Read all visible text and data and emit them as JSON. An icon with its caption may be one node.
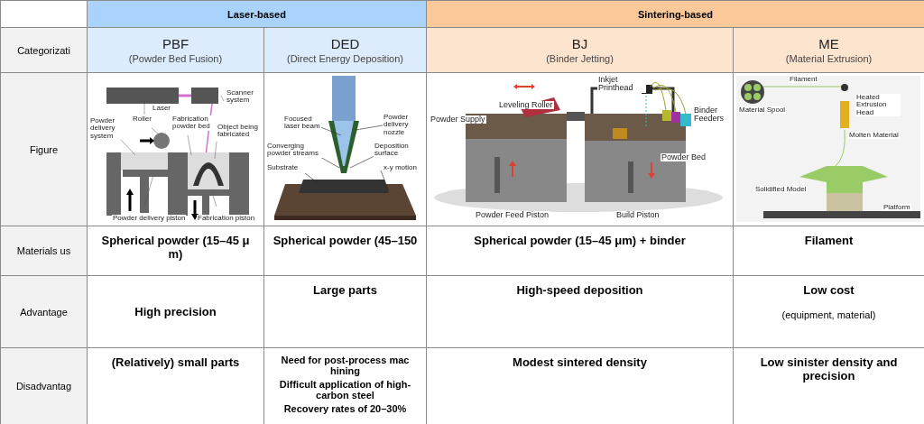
{
  "diagram": {
    "labels": [
      "Laser-based",
      "Sintering-based",
      "Categorizati",
      "PBF",
      "(Powder Bed Fusion)",
      "DED",
      "(Direct Energy Deposition)",
      "BJ",
      "(Binder Jetting)",
      "ME",
      "(Material Extrusion)",
      "Figure",
      "Scanner system",
      "Laser",
      "Roller",
      "Powder delivery system",
      "Fabrication powder bed",
      "Object being fabricated",
      "Powder delivery piston",
      "Fabrication piston",
      "Focused laser beam",
      "Powder delivery nozzle",
      "Converging powder streams",
      "Deposition surface",
      "Substrate",
      "x-y motion",
      "Inkjet Printhead",
      "Leveling Roller",
      "Powder Supply",
      "Binder Feeders",
      "Powder Bed",
      "Powder Feed Piston",
      "Build Piston",
      "Filament",
      "Material Spool",
      "Heated Extrusion Head",
      "Molten Material",
      "Solidified Model",
      "Platform",
      "Materials us",
      "Spherical powder (15–45 μ m)",
      "Spherical powder (45–150",
      "Spherical powder (15–45 μm) + binder",
      "Filament",
      "Advantage",
      "High precision",
      "Large parts",
      "High-speed deposition",
      "Low cost",
      "(equipment, material)",
      "Disadvantag",
      "(Relatively) **small parts**",
      "Need for post-process mac hining",
      "Difficult application of high-carbon steel",
      "Recovery rates of 20–30%",
      "Modest sintered density",
      "Low sinister density and precision"
    ]
  }
}
